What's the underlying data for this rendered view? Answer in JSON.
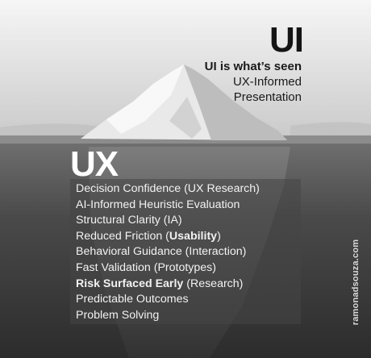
{
  "above": {
    "title": "UI",
    "subtitle_lines": [
      "UI is what’s seen",
      "UX-Informed",
      "Presentation"
    ]
  },
  "below": {
    "title": "UX",
    "items": [
      {
        "parts": [
          {
            "text": "Decision Confidence (UX Research)",
            "bold": false
          }
        ]
      },
      {
        "parts": [
          {
            "text": "AI-Informed Heuristic Evaluation",
            "bold": false
          }
        ]
      },
      {
        "parts": [
          {
            "text": "Structural Clarity (IA)",
            "bold": false
          }
        ]
      },
      {
        "parts": [
          {
            "text": "Reduced Friction (",
            "bold": false
          },
          {
            "text": "Usability",
            "bold": true
          },
          {
            "text": ")",
            "bold": false
          }
        ]
      },
      {
        "parts": [
          {
            "text": "Behavioral Guidance (Interaction)",
            "bold": false
          }
        ]
      },
      {
        "parts": [
          {
            "text": "Fast Validation (Prototypes)",
            "bold": false
          }
        ]
      },
      {
        "parts": [
          {
            "text": "Risk Surfaced Early",
            "bold": true
          },
          {
            "text": " (Research)",
            "bold": false
          }
        ]
      },
      {
        "parts": [
          {
            "text": "Predictable Outcomes",
            "bold": false
          }
        ]
      },
      {
        "parts": [
          {
            "text": "Problem Solving",
            "bold": false
          }
        ]
      }
    ]
  },
  "watermark": "ramonadsouza.com",
  "colors": {
    "sky_top": "#f4f4f4",
    "sky_bottom": "#cfcfcf",
    "water_top": "#6e6e6e",
    "water_bottom": "#2e2e2e"
  }
}
